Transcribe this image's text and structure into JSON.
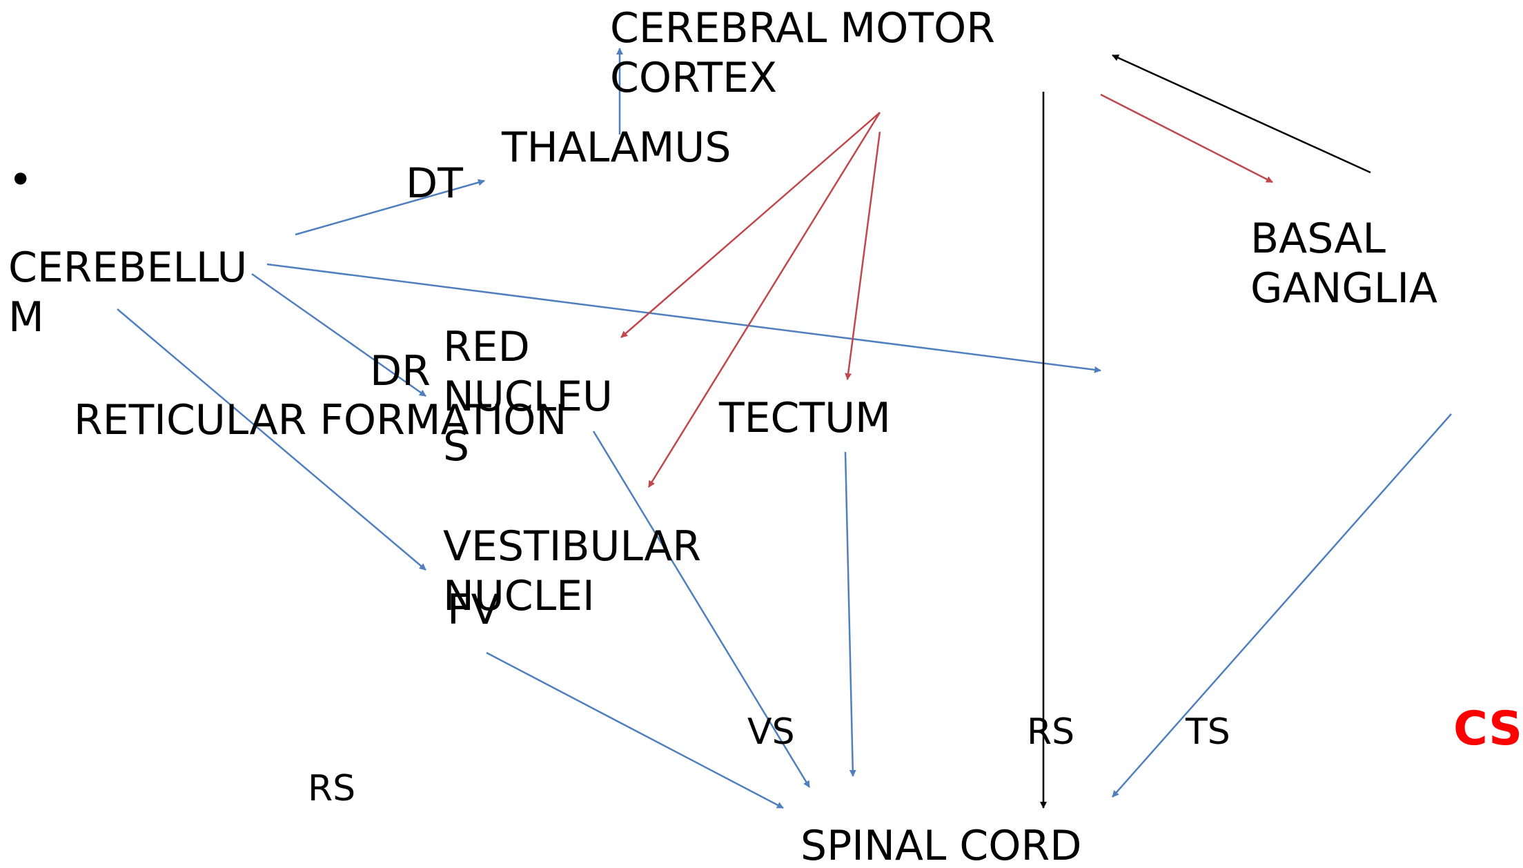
{
  "colors": {
    "blue_arrow": "#4f7fbe",
    "red_arrow": "#c0474b",
    "black_arrow": "#000000",
    "cs_label": "#ff0000"
  },
  "slide": {
    "bullet": "•"
  },
  "nodes": {
    "cerebral_motor_cortex": "CEREBRAL MOTOR\nCORTEX",
    "thalamus": "THALAMUS",
    "cerebellum": "CEREBELLU\nM",
    "basal_ganglia": "BASAL\nGANGLIA",
    "red_nucleus": "RED\nNUCLEU\nS",
    "reticular_formation": "RETICULAR FORMATION",
    "tectum": "TECTUM",
    "vestibular_nuclei": "VESTIBULAR\nNUCLEI",
    "spinal_cord": "SPINAL CORD"
  },
  "tract_labels": {
    "dt": "DT",
    "dr": "DR",
    "fv": "FV",
    "vs": "VS",
    "rs_right": "RS",
    "ts": "TS",
    "cs": "CS",
    "rs_left": "RS"
  }
}
